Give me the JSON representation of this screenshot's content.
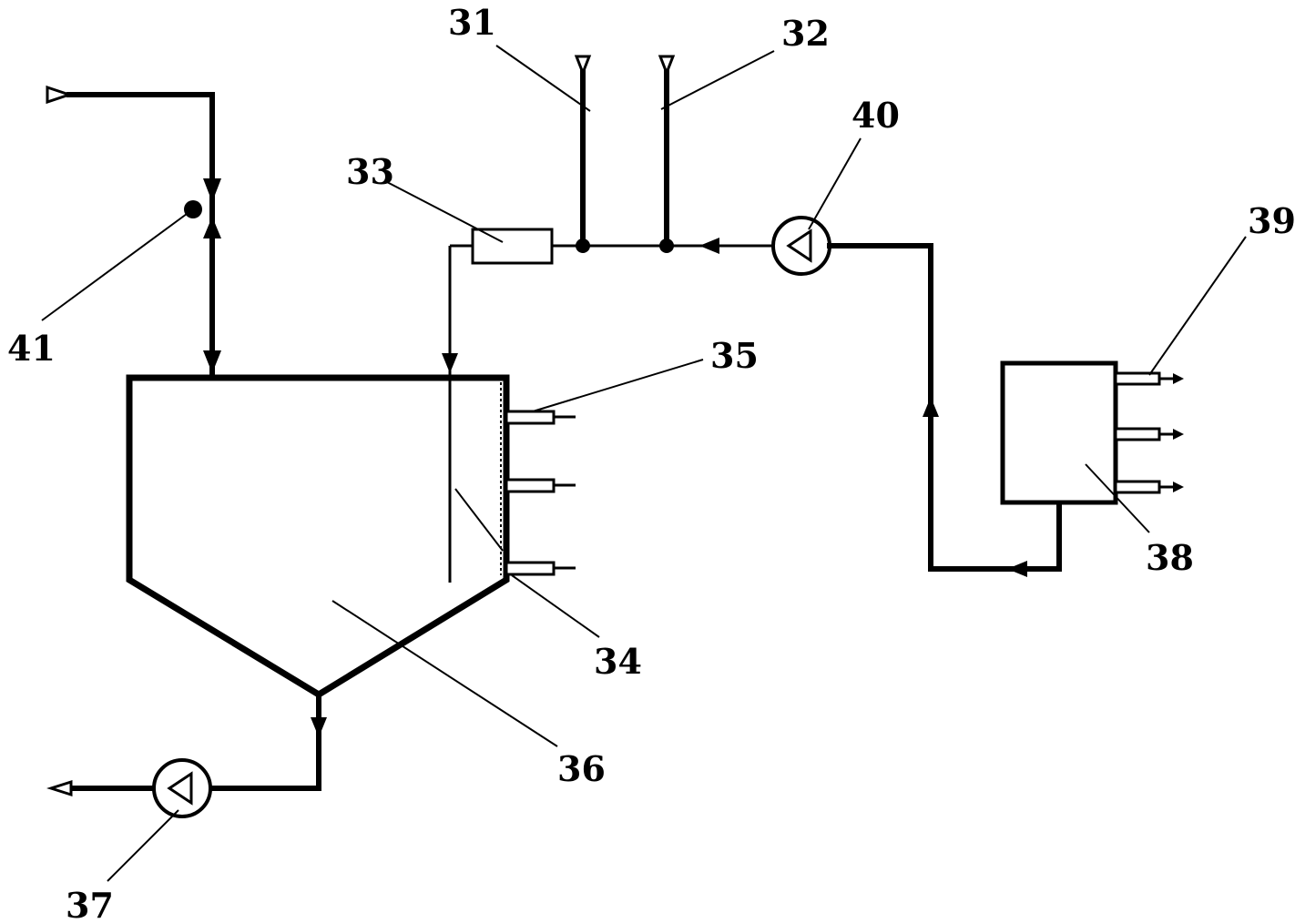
{
  "labels": {
    "l31": "31",
    "l32": "32",
    "l33": "33",
    "l34": "34",
    "l35": "35",
    "l36": "36",
    "l37": "37",
    "l38": "38",
    "l39": "39",
    "l40": "40",
    "l41": "41"
  },
  "colors": {
    "line": "#000000",
    "background": "#ffffff"
  }
}
